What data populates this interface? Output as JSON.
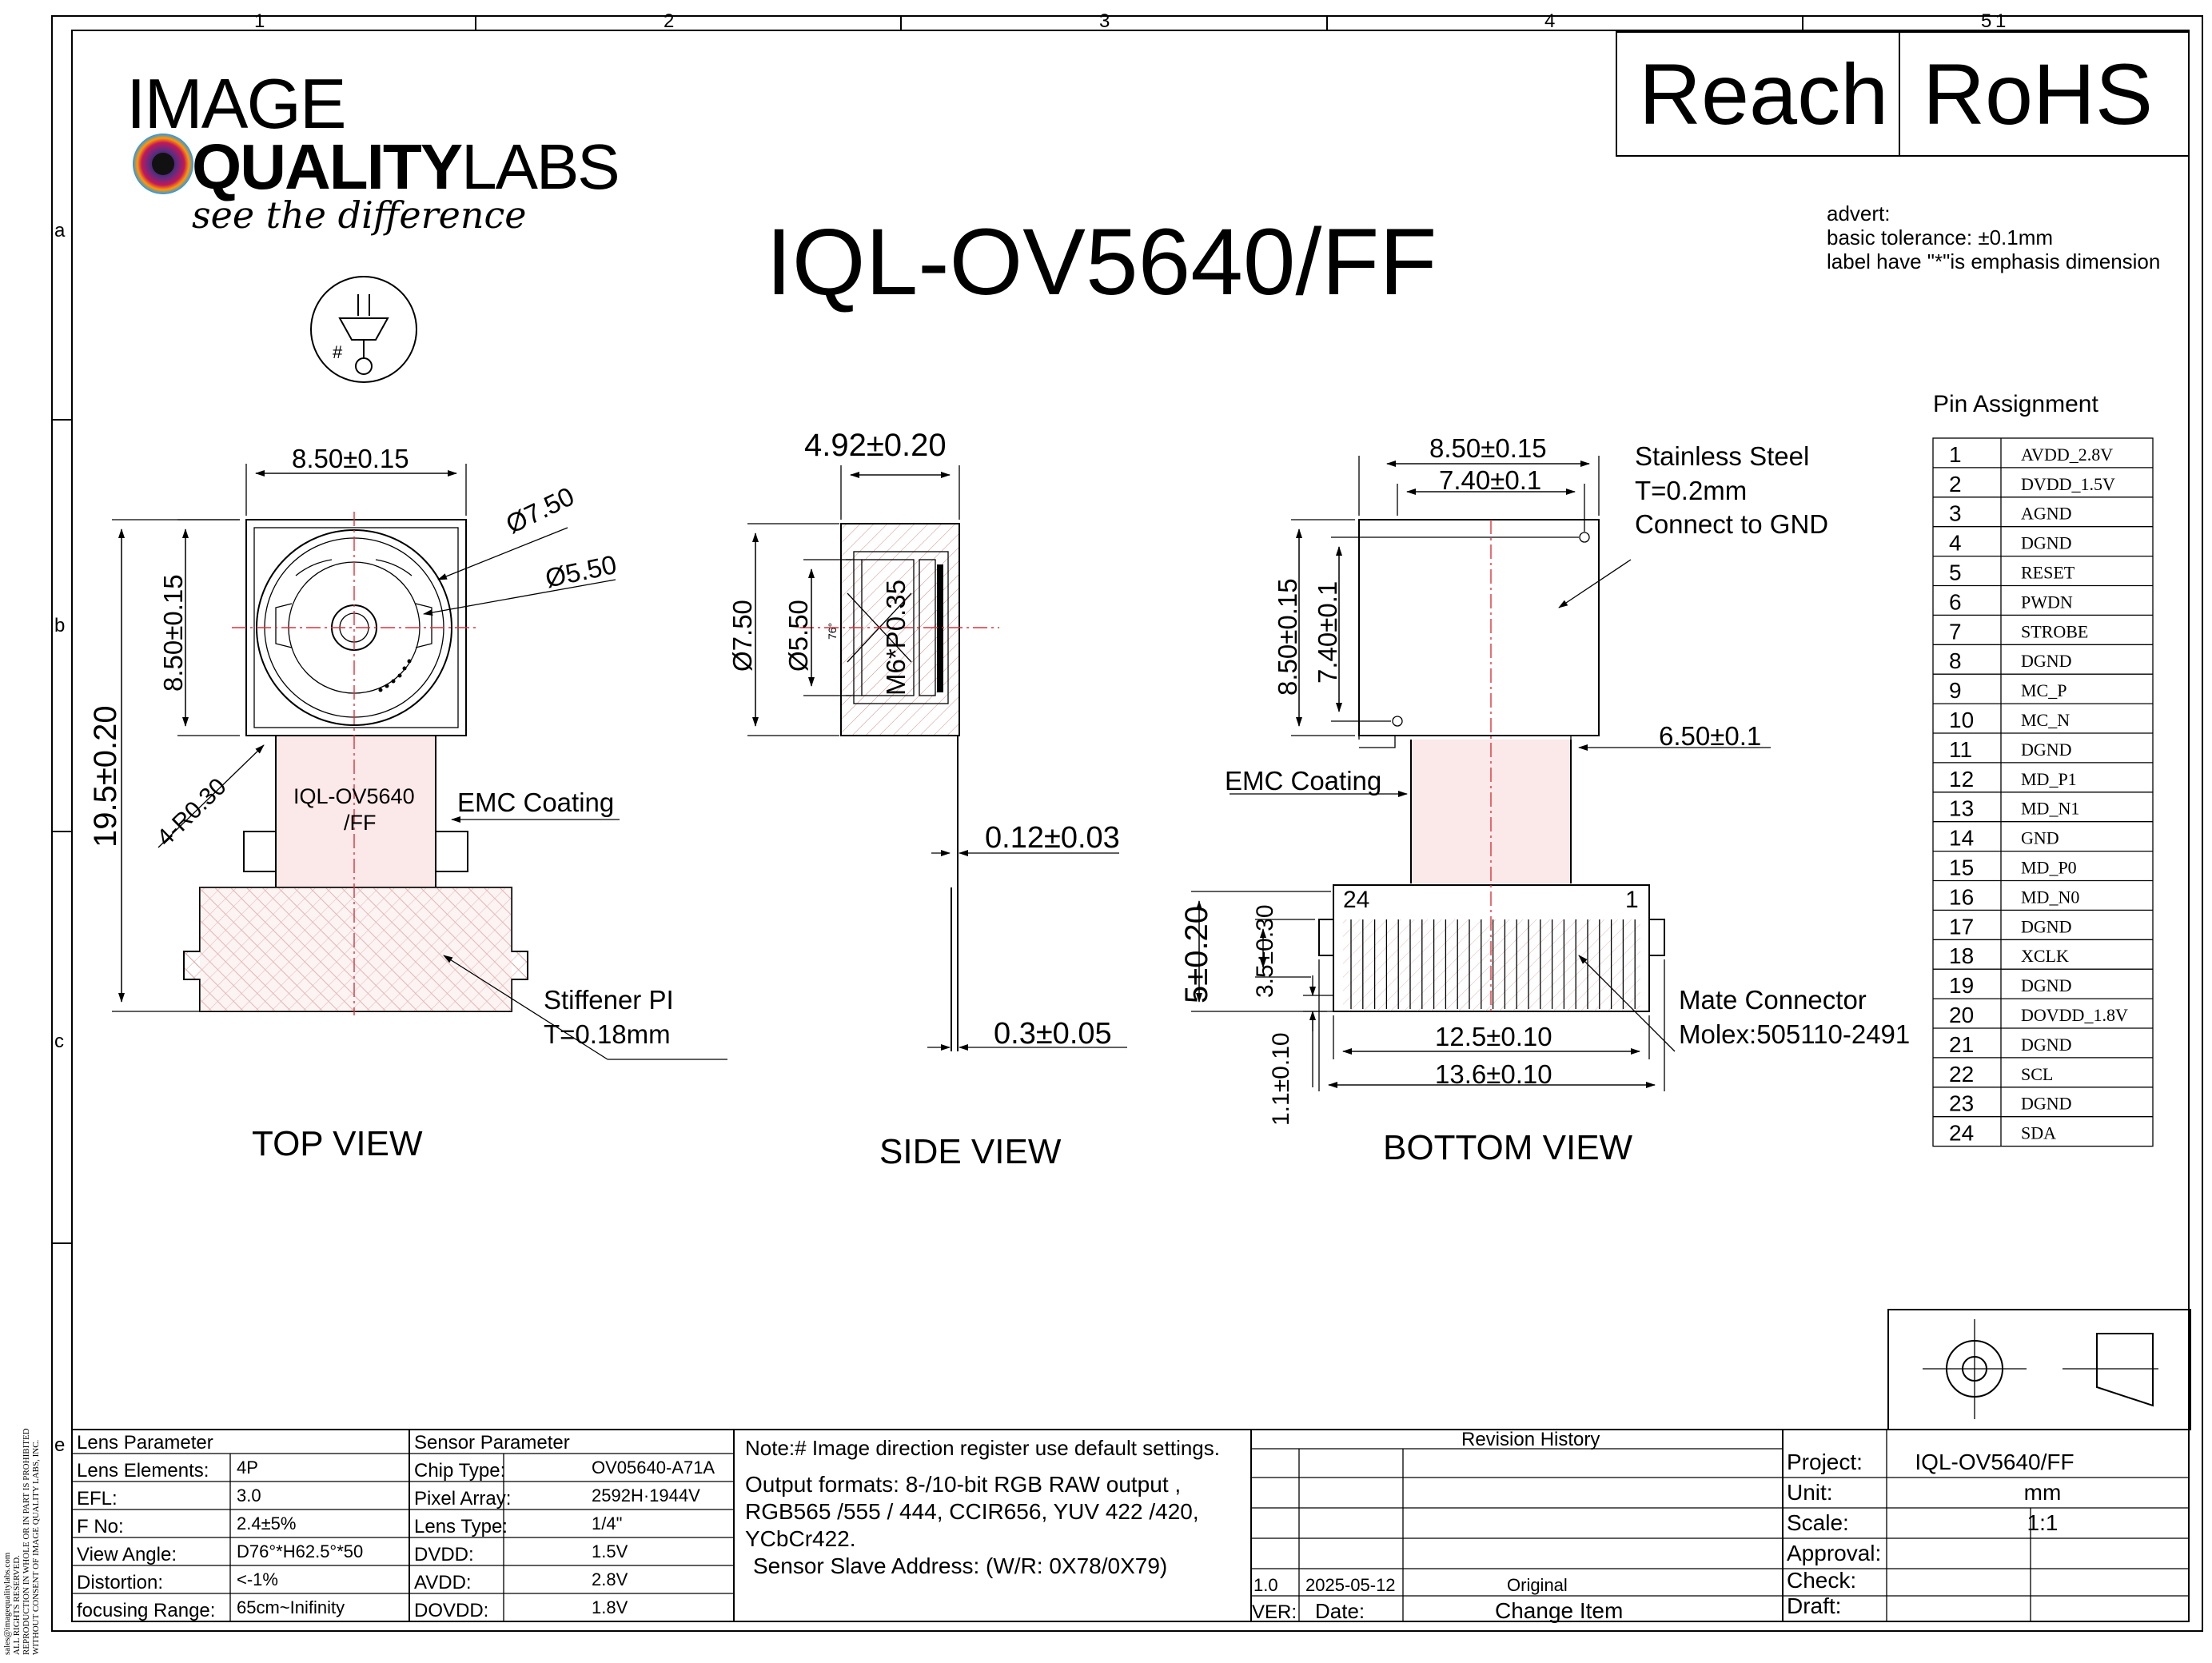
{
  "logo": {
    "line1": "IMAGE",
    "line2_bold": "QUALITY",
    "line2_light": "LABS",
    "tagline": "see the difference"
  },
  "title": "IQL-OV5640/FF",
  "certs": {
    "reach": "Reach",
    "rohs": "RoHS"
  },
  "notes": [
    "advert:",
    "basic tolerance: ±0.1mm",
    "label have \"*\"is emphasis dimension"
  ],
  "grid": {
    "cols": [
      "1",
      "2",
      "3",
      "4",
      "5",
      "1"
    ],
    "rows": [
      "a",
      "b",
      "c",
      "e"
    ]
  },
  "orientation_mark": "#",
  "top_view": {
    "title": "TOP VIEW",
    "dim_width": "8.50±0.15",
    "dim_height": "8.50±0.15",
    "dim_total": "19.5±0.20",
    "dia_outer": "Ø7.50",
    "dia_inner": "Ø5.50",
    "radius": "4-R0.30",
    "label_line1": "IQL-OV5640",
    "label_line2": "/FF",
    "emc": "EMC Coating",
    "stiffener_line1": "Stiffener PI",
    "stiffener_line2": "T=0.18mm"
  },
  "side_view": {
    "title": "SIDE VIEW",
    "dim_width": "4.92±0.20",
    "dia_outer": "Ø7.50",
    "dia_inner": "Ø5.50",
    "thread": "M6*P0.35",
    "fov": "76°",
    "fpc": "0.12±0.03",
    "stiffener": "0.3±0.05"
  },
  "bottom_view": {
    "title": "BOTTOM VIEW",
    "dim_outer": "8.50±0.15",
    "dim_inner": "7.40±0.1",
    "dim_outer_v": "8.50±0.15",
    "dim_inner_v": "7.40±0.1",
    "fpc_width": "6.50±0.1",
    "steel_line1": "Stainless Steel",
    "steel_line2": "T=0.2mm",
    "steel_line3": "Connect to GND",
    "emc": "EMC Coating",
    "pin_left": "24",
    "pin_right": "1",
    "dim_connector_h": "5±0.20",
    "dim_35": "3.5±0.30",
    "dim_11": "1.1±0.10",
    "dim_125": "12.5±0.10",
    "dim_136": "13.6±0.10",
    "mate_line1": "Mate Connector",
    "mate_line2": "Molex:505110-2491"
  },
  "pin_assignment": {
    "title": "Pin Assignment",
    "pins": [
      [
        "1",
        "AVDD_2.8V"
      ],
      [
        "2",
        "DVDD_1.5V"
      ],
      [
        "3",
        "AGND"
      ],
      [
        "4",
        "DGND"
      ],
      [
        "5",
        "RESET"
      ],
      [
        "6",
        "PWDN"
      ],
      [
        "7",
        "STROBE"
      ],
      [
        "8",
        "DGND"
      ],
      [
        "9",
        "MC_P"
      ],
      [
        "10",
        "MC_N"
      ],
      [
        "11",
        "DGND"
      ],
      [
        "12",
        "MD_P1"
      ],
      [
        "13",
        "MD_N1"
      ],
      [
        "14",
        "GND"
      ],
      [
        "15",
        "MD_P0"
      ],
      [
        "16",
        "MD_N0"
      ],
      [
        "17",
        "DGND"
      ],
      [
        "18",
        "XCLK"
      ],
      [
        "19",
        "DGND"
      ],
      [
        "20",
        "DOVDD_1.8V"
      ],
      [
        "21",
        "DGND"
      ],
      [
        "22",
        "SCL"
      ],
      [
        "23",
        "DGND"
      ],
      [
        "24",
        "SDA"
      ]
    ]
  },
  "lens_parameter": {
    "title": "Lens Parameter",
    "rows": [
      [
        "Lens Elements:",
        "4P"
      ],
      [
        "EFL:",
        "3.0"
      ],
      [
        "F No:",
        "2.4±5%"
      ],
      [
        "View Angle:",
        "D76°*H62.5°*50"
      ],
      [
        "Distortion:",
        "<-1%"
      ],
      [
        "focusing Range:",
        "65cm~Inifinity"
      ]
    ]
  },
  "sensor_parameter": {
    "title": "Sensor Parameter",
    "rows": [
      [
        "Chip Type:",
        "OV05640-A71A"
      ],
      [
        "Pixel Array:",
        "2592H·1944V"
      ],
      [
        "Lens Type:",
        "1/4\""
      ],
      [
        "DVDD:",
        "1.5V"
      ],
      [
        "AVDD:",
        "2.8V"
      ],
      [
        "DOVDD:",
        "1.8V"
      ]
    ]
  },
  "notes_box": {
    "note": "Note:# Image direction register use default settings.",
    "output_lines": [
      "Output formats: 8-/10-bit RGB RAW output ,",
      "RGB565 /555 / 444, CCIR656, YUV 422 /420,",
      "YCbCr422."
    ],
    "slave": "Sensor Slave Address: (W/R: 0X78/0X79)"
  },
  "revision": {
    "title": "Revision History",
    "entry": {
      "ver": "1.0",
      "date": "2025-05-12",
      "item": "Original"
    },
    "headers": {
      "ver": "VER:",
      "date": "Date:",
      "item": "Change Item"
    }
  },
  "project": {
    "rows": [
      [
        "Project:",
        "IQL-OV5640/FF"
      ],
      [
        "Unit:",
        "mm"
      ],
      [
        "Scale:",
        "1:1"
      ],
      [
        "Approval:",
        ""
      ],
      [
        "Check:",
        ""
      ],
      [
        "Draft:",
        ""
      ]
    ]
  },
  "side_strip": [
    "sales@imagequalitylabs.com",
    "ALL RIGHTS RESERVED.",
    "REPRODUCTION IN WHOLE OR IN PART IS PROHIBITED",
    "WITHOUT CONSENT OF IMAGE QUALITY LABS, INC."
  ]
}
